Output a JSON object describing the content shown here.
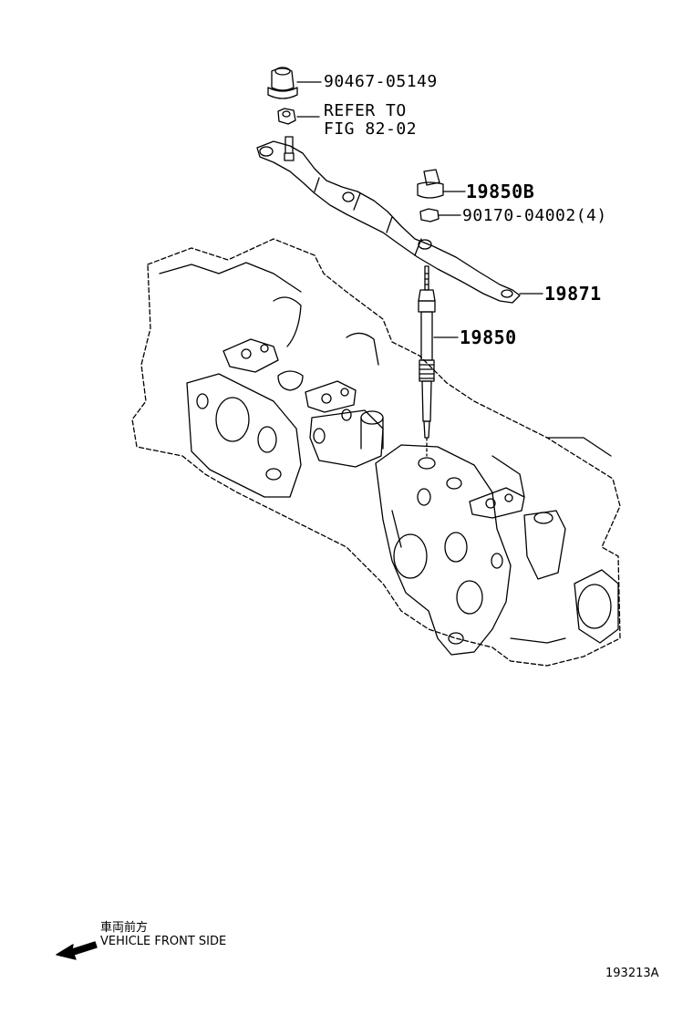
{
  "callouts": {
    "bolt_part_number": "90467-05149",
    "refer_line1": "REFER TO",
    "refer_line2": "FIG 82-02",
    "nut_part_number": "19850B",
    "washer_part_number": "90170-04002(4)",
    "connector_part_number": "19871",
    "glow_plug_part_number": "19850"
  },
  "orientation": {
    "label_jp": "車両前方",
    "label_en": "VEHICLE FRONT SIDE"
  },
  "figure_id": "193213A"
}
